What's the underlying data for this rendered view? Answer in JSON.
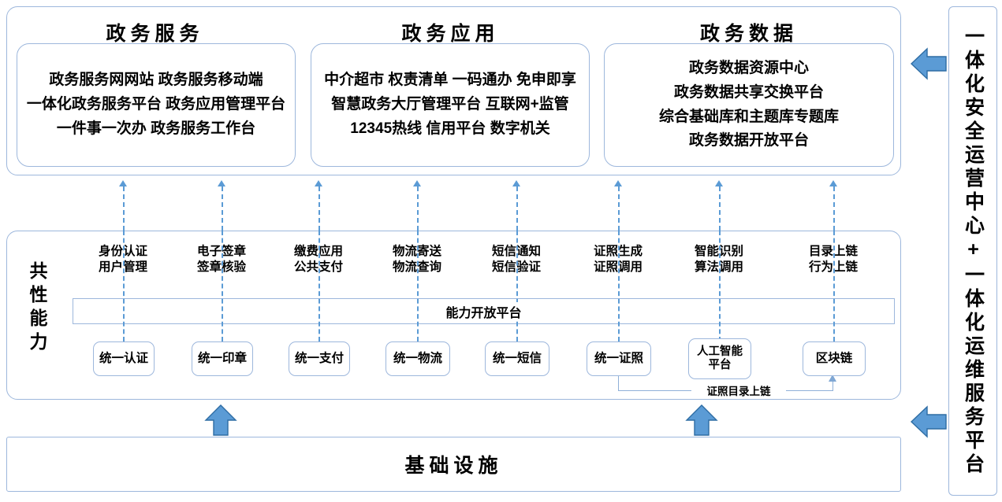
{
  "top": {
    "columns": [
      {
        "title": "政务服务",
        "lines": [
          "政务服务网网站 政务服务移动端",
          "一体化政务服务平台 政务应用管理平台",
          "一件事一次办 政务服务工作台"
        ]
      },
      {
        "title": "政务应用",
        "lines": [
          "中介超市 权责清单 一码通办 免申即享",
          "智慧政务大厅管理平台 互联网+监管",
          "12345热线 信用平台 数字机关"
        ]
      },
      {
        "title": "政务数据",
        "lines": [
          "政务数据资源中心",
          "政务数据共享交换平台",
          "综合基础库和主题库专题库",
          "政务数据开放平台"
        ]
      }
    ]
  },
  "middle": {
    "side_label": "共性能力",
    "open_platform": "能力开放平台",
    "capabilities": [
      {
        "top_line1": "身份认证",
        "top_line2": "用户管理",
        "box": "统一认证"
      },
      {
        "top_line1": "电子签章",
        "top_line2": "签章核验",
        "box": "统一印章"
      },
      {
        "top_line1": "缴费应用",
        "top_line2": "公共支付",
        "box": "统一支付"
      },
      {
        "top_line1": "物流寄送",
        "top_line2": "物流查询",
        "box": "统一物流"
      },
      {
        "top_line1": "短信通知",
        "top_line2": "短信验证",
        "box": "统一短信"
      },
      {
        "top_line1": "证照生成",
        "top_line2": "证照调用",
        "box": "统一证照"
      },
      {
        "top_line1": "智能识别",
        "top_line2": "算法调用",
        "box": "人工智能平台"
      },
      {
        "top_line1": "目录上链",
        "top_line2": "行为上链",
        "box": "区块链"
      }
    ],
    "connector_label": "证照目录上链"
  },
  "infrastructure": {
    "label": "基础设施"
  },
  "right_panel": {
    "label": "一体化安全运营中心+一体化运维服务平台"
  },
  "icons": {
    "up_arrow": "up-arrow-icon",
    "left_arrow": "left-arrow-icon",
    "dashed_up_arrow": "dashed-up-arrow-icon"
  },
  "colors": {
    "border": "#9DB7DC",
    "arrow_fill": "#5B9BD5",
    "arrow_stroke": "#2E6DA4",
    "dashed": "#5B9BD5"
  }
}
